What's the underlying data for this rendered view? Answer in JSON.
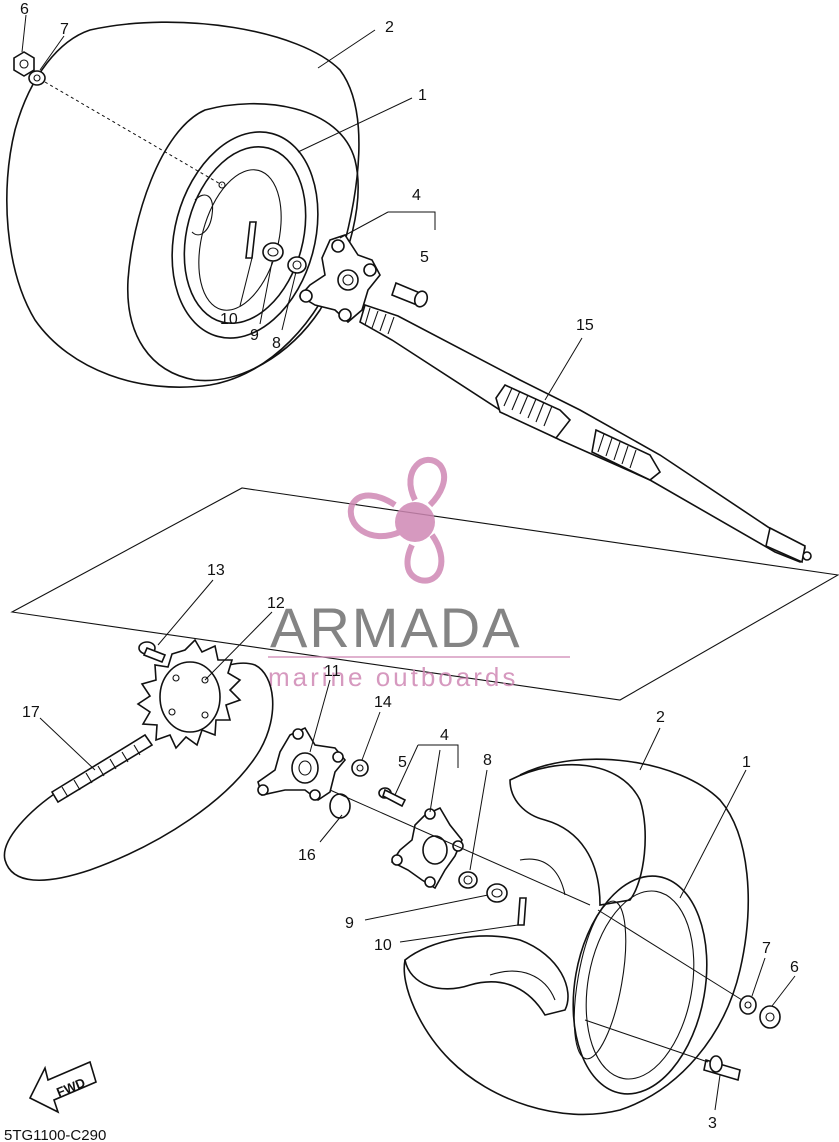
{
  "diagram": {
    "code": "5TG1100-C290",
    "fwd_label": "FWD",
    "callouts": {
      "c6_top": "6",
      "c7_top": "7",
      "c2_top": "2",
      "c1_top": "1",
      "c4_top": "4",
      "c5_top": "5",
      "c10_top": "10",
      "c9_top": "9",
      "c8_top": "8",
      "c15": "15",
      "c13": "13",
      "c12": "12",
      "c17": "17",
      "c11": "11",
      "c14": "14",
      "c4_bot": "4",
      "c5_bot": "5",
      "c8_bot": "8",
      "c16": "16",
      "c2_bot": "2",
      "c1_bot": "1",
      "c9_bot": "9",
      "c10_bot": "10",
      "c7_bot": "7",
      "c6_bot": "6",
      "c3": "3"
    }
  },
  "watermark": {
    "brand": "ARMADA",
    "tagline": "marine outboards",
    "brand_color": "#6f6f6f",
    "accent_color": "#cf88b4"
  }
}
